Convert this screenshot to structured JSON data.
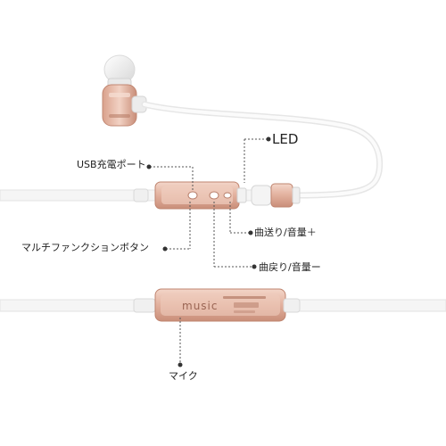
{
  "labels": {
    "led": "LED",
    "usb_port": "USB充電ポート",
    "next_volume_up": "曲送り/音量＋",
    "multi_function_button": "マルチファンクションボタン",
    "prev_volume_down": "曲戻り/音量ー",
    "mic": "マイク"
  },
  "product_text": {
    "brand_mark": "music"
  },
  "colors": {
    "cable": "#f3f3f3",
    "rose_gold": "#e2b3a1",
    "rose_gold_dark": "#c98e79",
    "leader_line": "#555555"
  }
}
